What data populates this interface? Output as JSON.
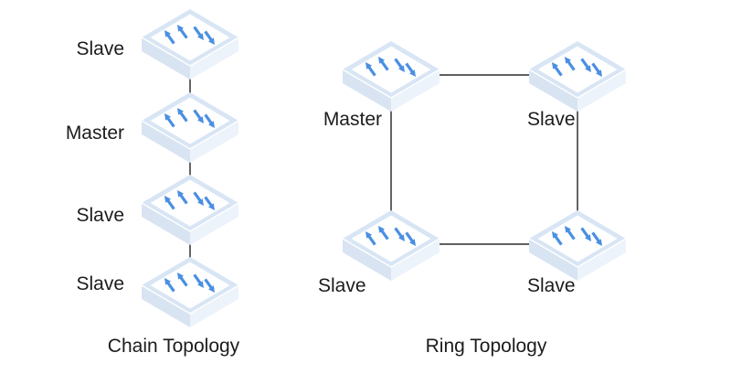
{
  "colors": {
    "arrow": "#4a8fe2",
    "link_line": "#4a4a4a",
    "label_text": "#1c1c1c",
    "switch_top_face": "#ffffff",
    "switch_top_rim": "#d8e5f4",
    "switch_left_face": "#d9e4f2",
    "switch_right_face": "#edf3fb",
    "switch_edge_highlight": "#ffffff"
  },
  "chain": {
    "caption": "Chain Topology",
    "nodes": [
      {
        "role": "slave",
        "label": "Slave"
      },
      {
        "role": "master",
        "label": "Master"
      },
      {
        "role": "slave",
        "label": "Slave"
      },
      {
        "role": "slave",
        "label": "Slave"
      }
    ]
  },
  "ring": {
    "caption": "Ring Topology",
    "nodes": [
      {
        "position": "top-left",
        "role": "master",
        "label": "Master"
      },
      {
        "position": "top-right",
        "role": "slave",
        "label": "Slave"
      },
      {
        "position": "bottom-left",
        "role": "slave",
        "label": "Slave"
      },
      {
        "position": "bottom-right",
        "role": "slave",
        "label": "Slave"
      }
    ]
  }
}
